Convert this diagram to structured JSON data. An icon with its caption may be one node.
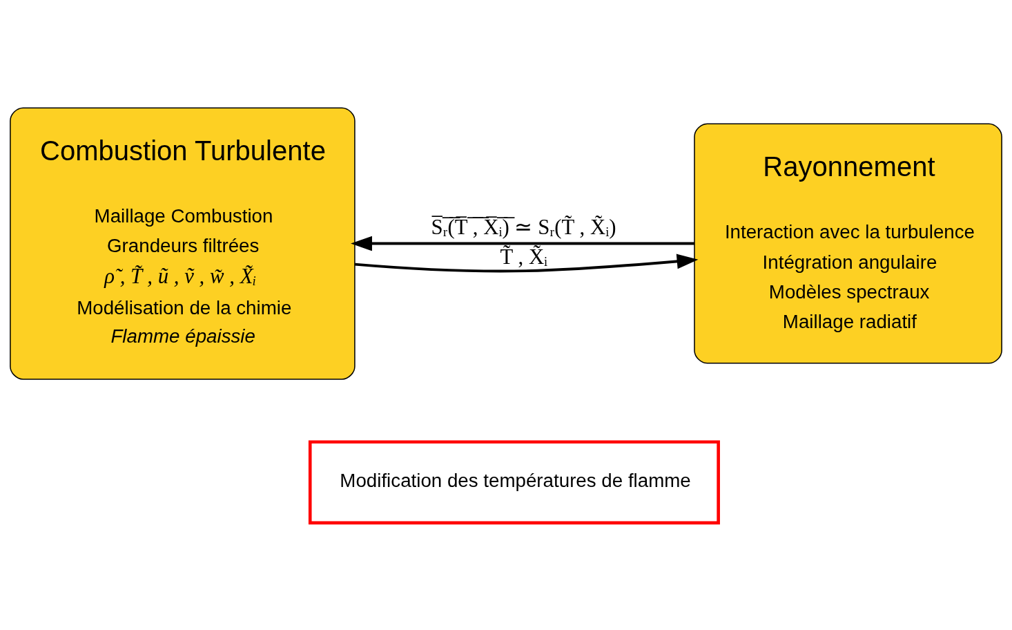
{
  "diagram": {
    "nodes": [
      {
        "text": [
          "Combustion Turbulente",
          "Maillage Combustion",
          "Grandeurs filtrées",
          "ρ̃ , T̃ , ũ , ṽ , w̃ , X̃ᵢ",
          "Modélisation de la chimie",
          "Flamme épaissie"
        ]
      },
      {
        "text": [
          "Rayonnement",
          "Interaction avec la turbulence",
          "Intégration angulaire",
          "Modèles spectraux",
          "Maillage radiatif"
        ]
      },
      {
        "text": [
          "Modification des températures de flamme"
        ]
      }
    ],
    "edges": [
      {
        "from": 0,
        "to": 1,
        "arrow": "to",
        "label": "T̃ , X̃ᵢ"
      },
      {
        "from": 1,
        "to": 0,
        "arrow": "to",
        "label": "S̅ᵣ̅(̅T̅ ̅,̅ ̅X̅ᵢ̅)̅ ≃ Sᵣ(T̃ , X̃ᵢ)"
      }
    ]
  }
}
